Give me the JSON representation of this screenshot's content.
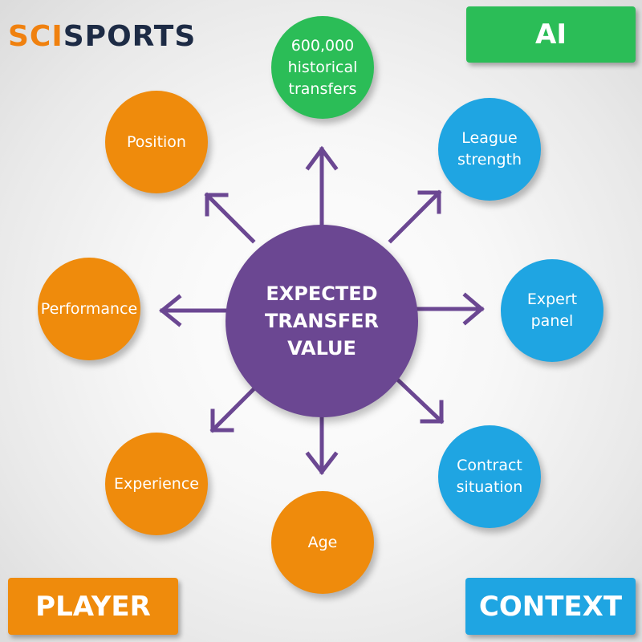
{
  "logo": {
    "part1": "SCI",
    "part2": "SPORTS"
  },
  "center": {
    "label": "EXPECTED\nTRANSFER\nVALUE"
  },
  "nodes": {
    "transfers": "600,000\nhistorical\ntransfers",
    "league": "League\nstrength",
    "expert": "Expert\npanel",
    "contract": "Contract\nsituation",
    "age": "Age",
    "experience": "Experience",
    "performance": "Performance",
    "position": "Position"
  },
  "tags": {
    "ai": "AI",
    "player": "PLAYER",
    "context": "CONTEXT"
  },
  "colors": {
    "center": "#6b4792",
    "player": "#ef8b0c",
    "context": "#1fa5e2",
    "ai": "#2bbd57",
    "arrow": "#6b4792",
    "logo_sci": "#f0810f",
    "logo_sports": "#1d2b45"
  },
  "icons": [
    "arrow-icon"
  ]
}
